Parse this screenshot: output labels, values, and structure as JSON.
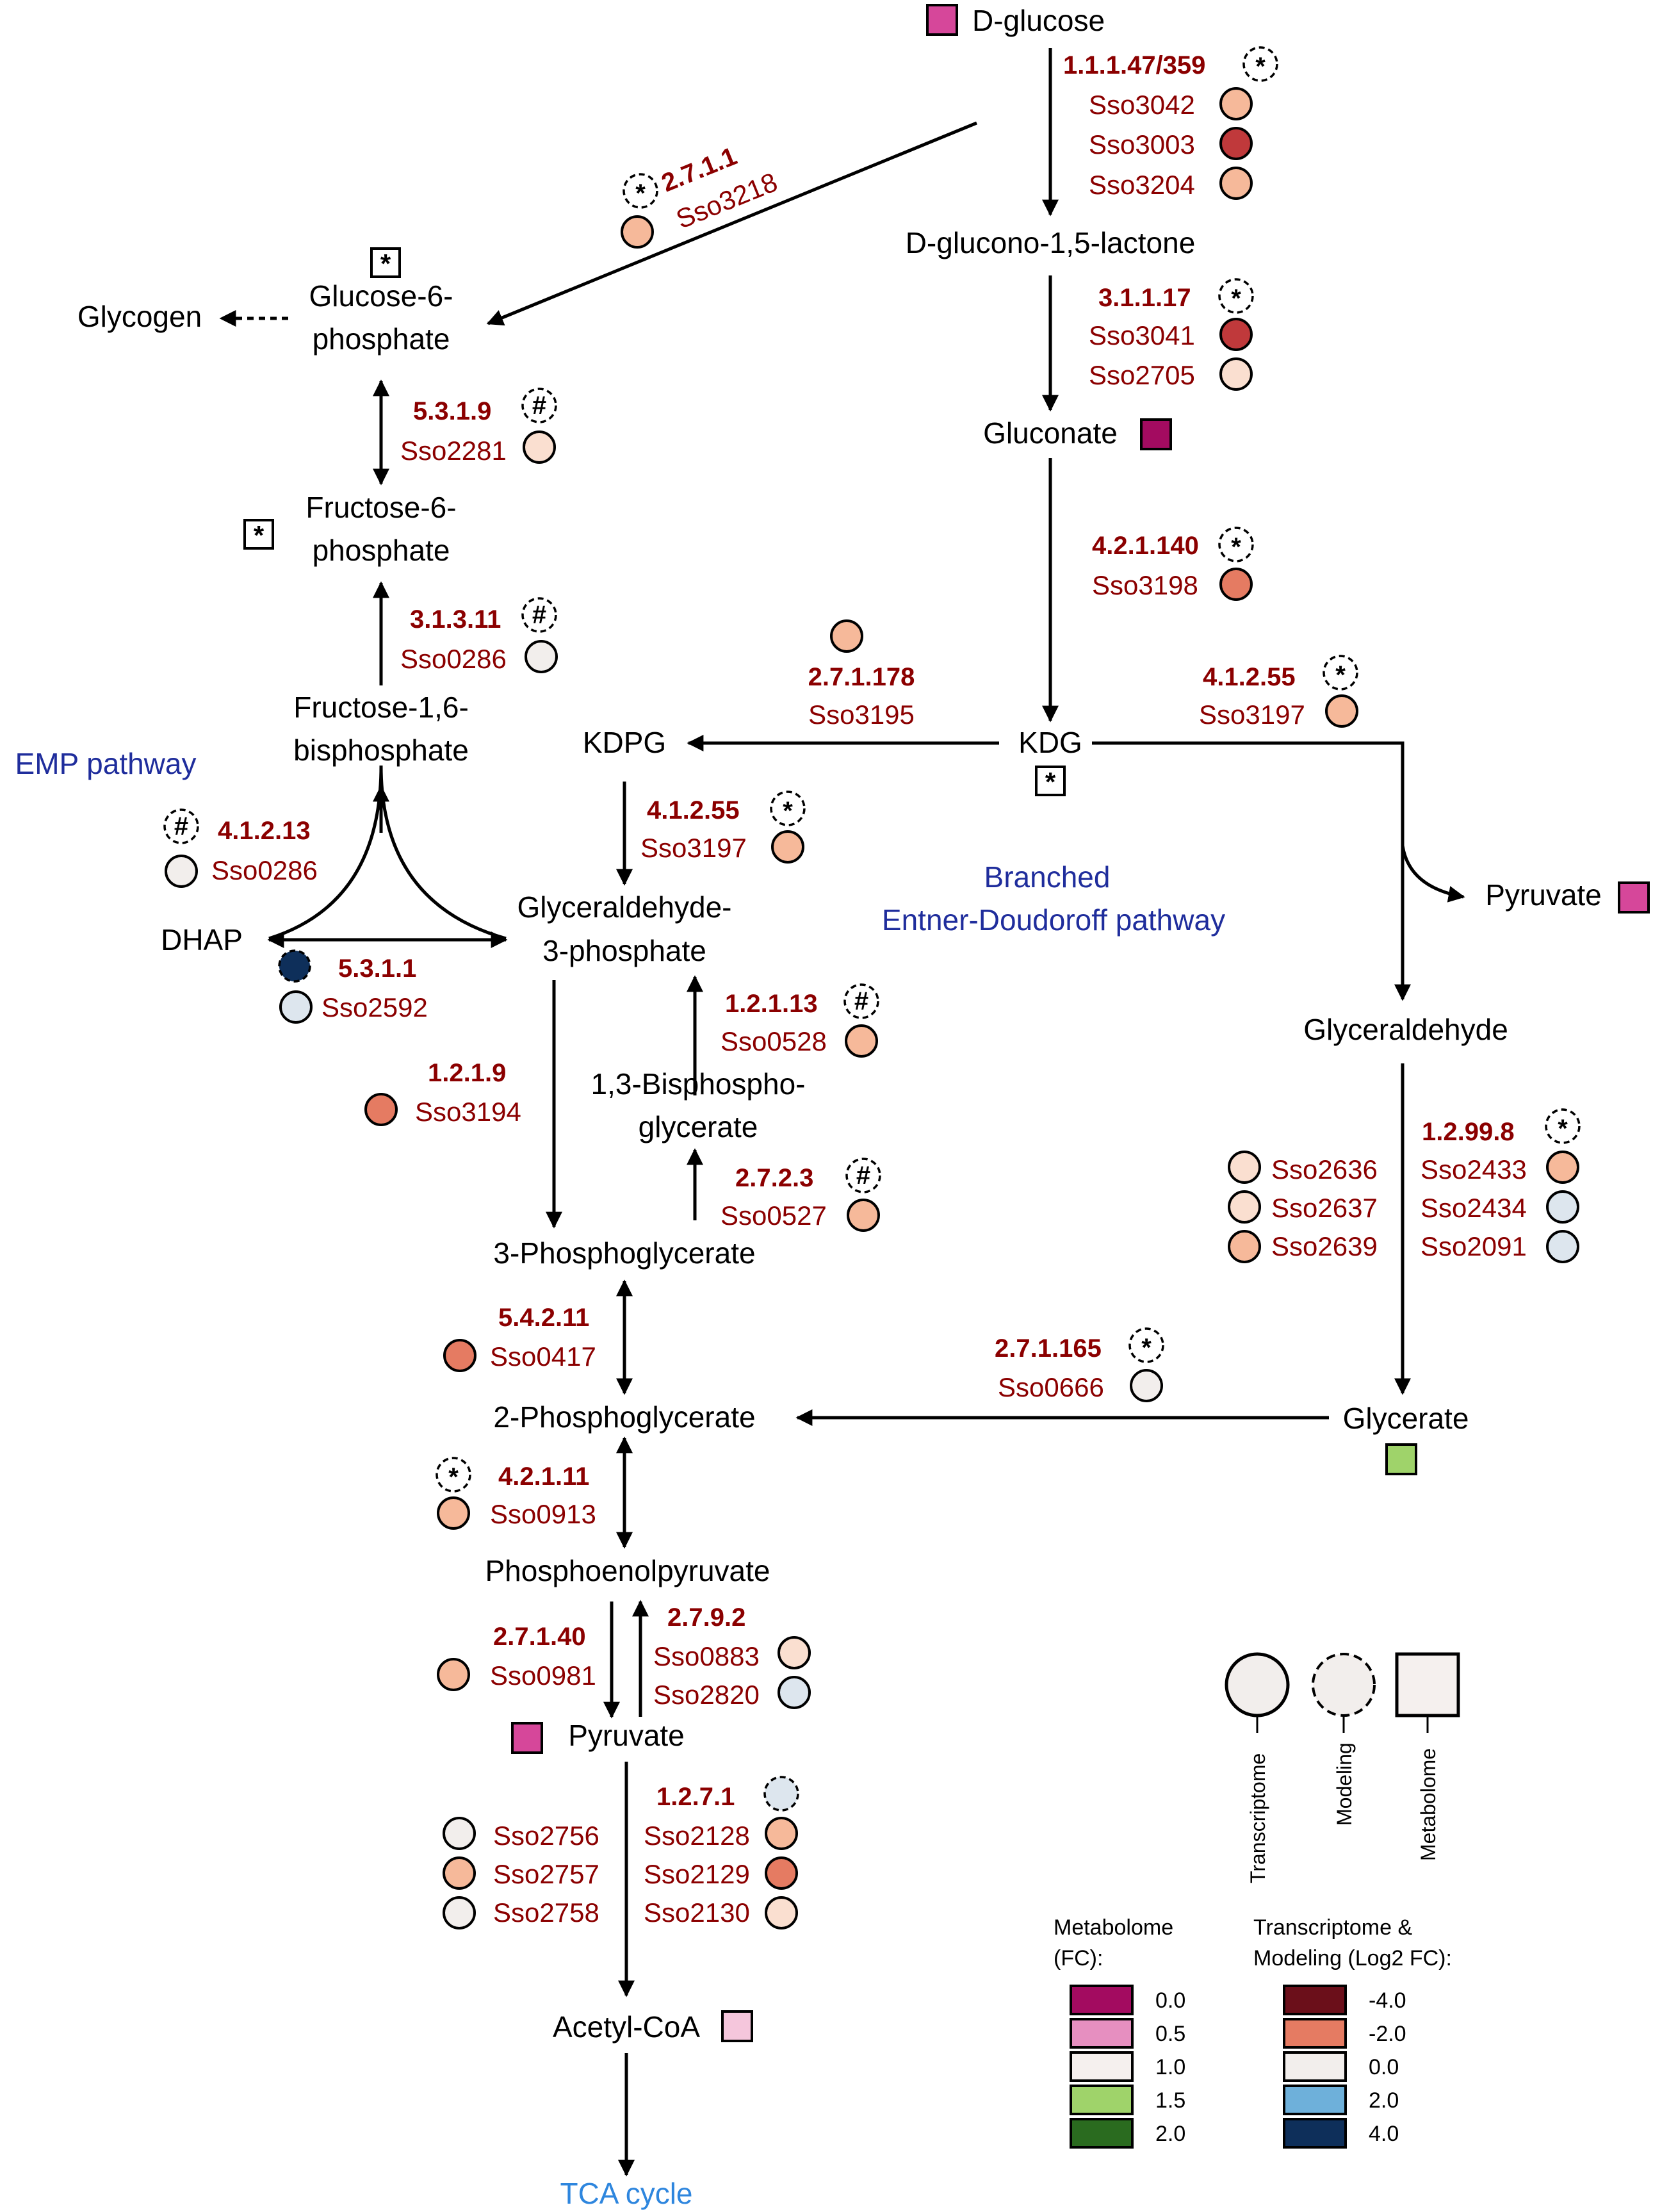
{
  "colors": {
    "arrow": "#000000",
    "enzyme": "#8b0000",
    "pathway_blue": "#1f2d9c",
    "tca_blue": "#2e86de",
    "met_dark_magenta": "#a30b60",
    "met_magenta": "#d6479a",
    "met_pink": "#f5c6dc",
    "met_green": "#9fd36a",
    "fc_strong_red": "#c0393b",
    "fc_red": "#e57b62",
    "fc_light_red": "#f6b99a",
    "fc_pale": "#fadfd0",
    "fc_neutral": "#f2eeec",
    "fc_pale_blue": "#dde6ee",
    "fc_dark_blue": "#0e2f5a"
  },
  "metabolites": {
    "d_glucose": "D-glucose",
    "glucono_lactone": "D-glucono-1,5-lactone",
    "gluconate": "Gluconate",
    "kdg": "KDG",
    "kdpg": "KDPG",
    "glycogen": "Glycogen",
    "g6p_line1": "Glucose-6-",
    "g6p_line2": "phosphate",
    "f6p_line1": "Fructose-6-",
    "f6p_line2": "phosphate",
    "fbp_line1": "Fructose-1,6-",
    "fbp_line2": "bisphosphate",
    "dhap": "DHAP",
    "gap_line1": "Glyceraldehyde-",
    "gap_line2": "3-phosphate",
    "bpg_line1": "1,3-Bisphospho-",
    "bpg_line2": "glycerate",
    "pg3": "3-Phosphoglycerate",
    "pg2": "2-Phosphoglycerate",
    "pep": "Phosphoenolpyruvate",
    "pyruvate": "Pyruvate",
    "pyruvate_side": "Pyruvate",
    "glyceraldehyde": "Glyceraldehyde",
    "glycerate": "Glycerate",
    "acetyl_coa": "Acetyl-CoA"
  },
  "pathways": {
    "emp": "EMP pathway",
    "bed_line1": "Branched",
    "bed_line2": "Entner-Doudoroff pathway",
    "tca": "TCA cycle"
  },
  "enzymes": {
    "e1": {
      "ec": "1.1.1.47/359",
      "mark": "*",
      "genes": [
        {
          "id": "Sso3042",
          "fc": "light_red"
        },
        {
          "id": "Sso3003",
          "fc": "strong_red"
        },
        {
          "id": "Sso3204",
          "fc": "light_red"
        }
      ]
    },
    "e2": {
      "ec": "2.7.1.1",
      "mark": "*",
      "genes": [
        {
          "id": "Sso3218",
          "fc": "light_red"
        }
      ]
    },
    "e3": {
      "ec": "3.1.1.17",
      "mark": "*",
      "genes": [
        {
          "id": "Sso3041",
          "fc": "strong_red"
        },
        {
          "id": "Sso2705",
          "fc": "pale"
        }
      ]
    },
    "e4": {
      "ec": "5.3.1.9",
      "mark": "#",
      "genes": [
        {
          "id": "Sso2281",
          "fc": "pale"
        }
      ]
    },
    "e5": {
      "ec": "4.2.1.140",
      "mark": "*",
      "genes": [
        {
          "id": "Sso3198",
          "fc": "red"
        }
      ]
    },
    "e6": {
      "ec": "3.1.3.11",
      "mark": "#",
      "genes": [
        {
          "id": "Sso0286",
          "fc": "neutral"
        }
      ]
    },
    "e7": {
      "ec": "2.7.1.178",
      "mark": "",
      "genes": [
        {
          "id": "Sso3195",
          "fc": "light_red"
        }
      ]
    },
    "e8": {
      "ec": "4.1.2.55",
      "mark": "*",
      "genes": [
        {
          "id": "Sso3197",
          "fc": "light_red"
        }
      ]
    },
    "e9": {
      "ec": "4.1.2.55",
      "mark": "*",
      "genes": [
        {
          "id": "Sso3197",
          "fc": "light_red"
        }
      ]
    },
    "e10": {
      "ec": "4.1.2.13",
      "mark": "#",
      "genes": [
        {
          "id": "Sso0286",
          "fc": "neutral"
        }
      ]
    },
    "e11": {
      "ec": "5.3.1.1",
      "mark": "",
      "genes": [
        {
          "id": "Sso2592",
          "fc": "pale_blue"
        }
      ]
    },
    "e12": {
      "ec": "1.2.1.13",
      "mark": "#",
      "genes": [
        {
          "id": "Sso0528",
          "fc": "light_red"
        }
      ]
    },
    "e13": {
      "ec": "1.2.1.9",
      "mark": "",
      "genes": [
        {
          "id": "Sso3194",
          "fc": "red"
        }
      ]
    },
    "e14": {
      "ec": "2.7.2.3",
      "mark": "#",
      "genes": [
        {
          "id": "Sso0527",
          "fc": "light_red"
        }
      ]
    },
    "e15": {
      "ec": "1.2.99.8",
      "mark": "*",
      "genes": [
        {
          "id": "Sso2433",
          "fc": "light_red"
        },
        {
          "id": "Sso2434",
          "fc": "pale_blue"
        },
        {
          "id": "Sso2091",
          "fc": "pale_blue"
        },
        {
          "id": "Sso2636",
          "fc": "pale"
        },
        {
          "id": "Sso2637",
          "fc": "pale"
        },
        {
          "id": "Sso2639",
          "fc": "light_red"
        }
      ]
    },
    "e16": {
      "ec": "5.4.2.11",
      "mark": "",
      "genes": [
        {
          "id": "Sso0417",
          "fc": "red"
        }
      ]
    },
    "e17": {
      "ec": "2.7.1.165",
      "mark": "*",
      "genes": [
        {
          "id": "Sso0666",
          "fc": "neutral"
        }
      ]
    },
    "e18": {
      "ec": "4.2.1.11",
      "mark": "*",
      "genes": [
        {
          "id": "Sso0913",
          "fc": "light_red"
        }
      ]
    },
    "e19": {
      "ec": "2.7.1.40",
      "mark": "",
      "genes": [
        {
          "id": "Sso0981",
          "fc": "light_red"
        }
      ]
    },
    "e20": {
      "ec": "2.7.9.2",
      "mark": "",
      "genes": [
        {
          "id": "Sso0883",
          "fc": "pale"
        },
        {
          "id": "Sso2820",
          "fc": "pale_blue"
        }
      ]
    },
    "e21": {
      "ec": "1.2.7.1",
      "mark": "",
      "genes": [
        {
          "id": "Sso2128",
          "fc": "light_red"
        },
        {
          "id": "Sso2129",
          "fc": "red"
        },
        {
          "id": "Sso2130",
          "fc": "pale"
        },
        {
          "id": "Sso2756",
          "fc": "neutral"
        },
        {
          "id": "Sso2757",
          "fc": "light_red"
        },
        {
          "id": "Sso2758",
          "fc": "neutral"
        }
      ]
    }
  },
  "legend": {
    "shape_keys": [
      "Transcriptome",
      "Modeling",
      "Metabolome"
    ],
    "metabolome_title_line1": "Metabolome",
    "metabolome_title_line2": "(FC):",
    "metabolome_scale": [
      {
        "value": "0.0",
        "color": "#a30b60"
      },
      {
        "value": "0.5",
        "color": "#e68fc0"
      },
      {
        "value": "1.0",
        "color": "#f5f0ee"
      },
      {
        "value": "1.5",
        "color": "#9fd36a"
      },
      {
        "value": "2.0",
        "color": "#2a6b1f"
      }
    ],
    "transcriptome_title_line1": "Transcriptome &",
    "transcriptome_title_line2": "Modeling (Log2 FC):",
    "transcriptome_scale": [
      {
        "value": "-4.0",
        "color": "#6b0f1a"
      },
      {
        "value": "-2.0",
        "color": "#e57b62"
      },
      {
        "value": "0.0",
        "color": "#f2eeec"
      },
      {
        "value": "2.0",
        "color": "#6eb0da"
      },
      {
        "value": "4.0",
        "color": "#0e2f5a"
      }
    ]
  }
}
